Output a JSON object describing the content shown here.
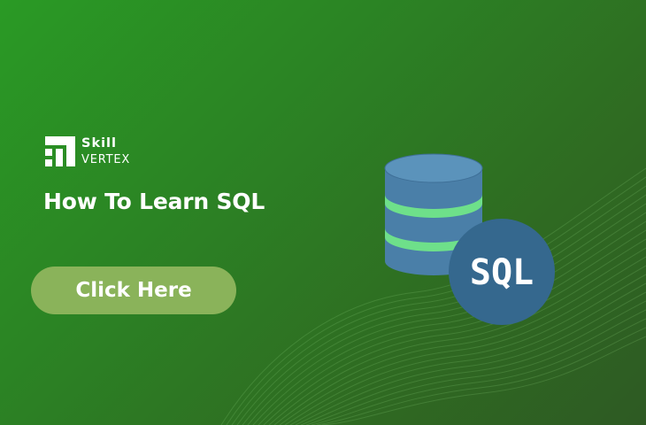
{
  "brand": {
    "name_line1": "Skill",
    "name_line2": "VERTEX"
  },
  "headline": "How To Learn SQL",
  "cta": {
    "label": "Click Here"
  },
  "illustration": {
    "badge_text": "SQL",
    "icon": "database-icon"
  },
  "colors": {
    "background_start": "#2a9a25",
    "background_end": "#2e5a23",
    "cta_fill": "#8ab35a",
    "database_blue": "#4a7fa8",
    "database_stripe": "#6ee08a",
    "badge_blue": "#35688e"
  }
}
